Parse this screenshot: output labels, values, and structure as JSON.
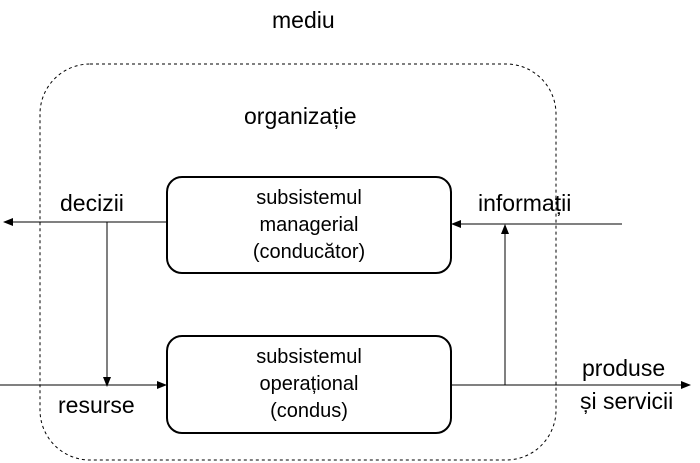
{
  "environment_label": "mediu",
  "organization_label": "organizație",
  "managerial_box": {
    "line1": "subsistemul",
    "line2": "managerial",
    "line3": "(conducător)"
  },
  "operational_box": {
    "line1": "subsistemul",
    "line2": "operațional",
    "line3": "(condus)"
  },
  "flows": {
    "decisions": "decizii",
    "information": "informații",
    "resources": "resurse",
    "products_line1": "produse",
    "products_line2": "și servicii"
  }
}
